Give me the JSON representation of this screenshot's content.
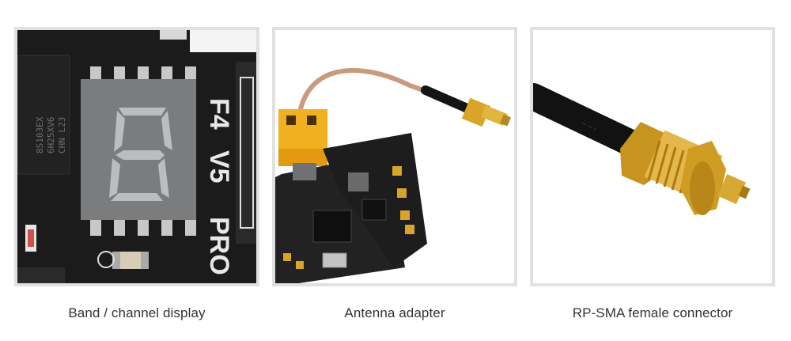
{
  "captions": {
    "band_channel": "Band / channel display",
    "antenna_adapter": "Antenna adapter",
    "rp_sma": "RP-SMA female connector"
  },
  "board_silkscreen": {
    "model": "F4",
    "version": "V5",
    "edition": "PRO",
    "chip_code_lines": [
      "8S103EX",
      "6H25XV6",
      "CHN L23"
    ]
  },
  "colors": {
    "panel_border": "#e1e1e1",
    "caption_text": "#333333",
    "pcb_black": "#1b1b1b",
    "gold": "#d9a528",
    "copper_cable": "#c99a7b",
    "xt60_yellow": "#f0b020",
    "segment_display_grey": "#7a7c7e"
  }
}
